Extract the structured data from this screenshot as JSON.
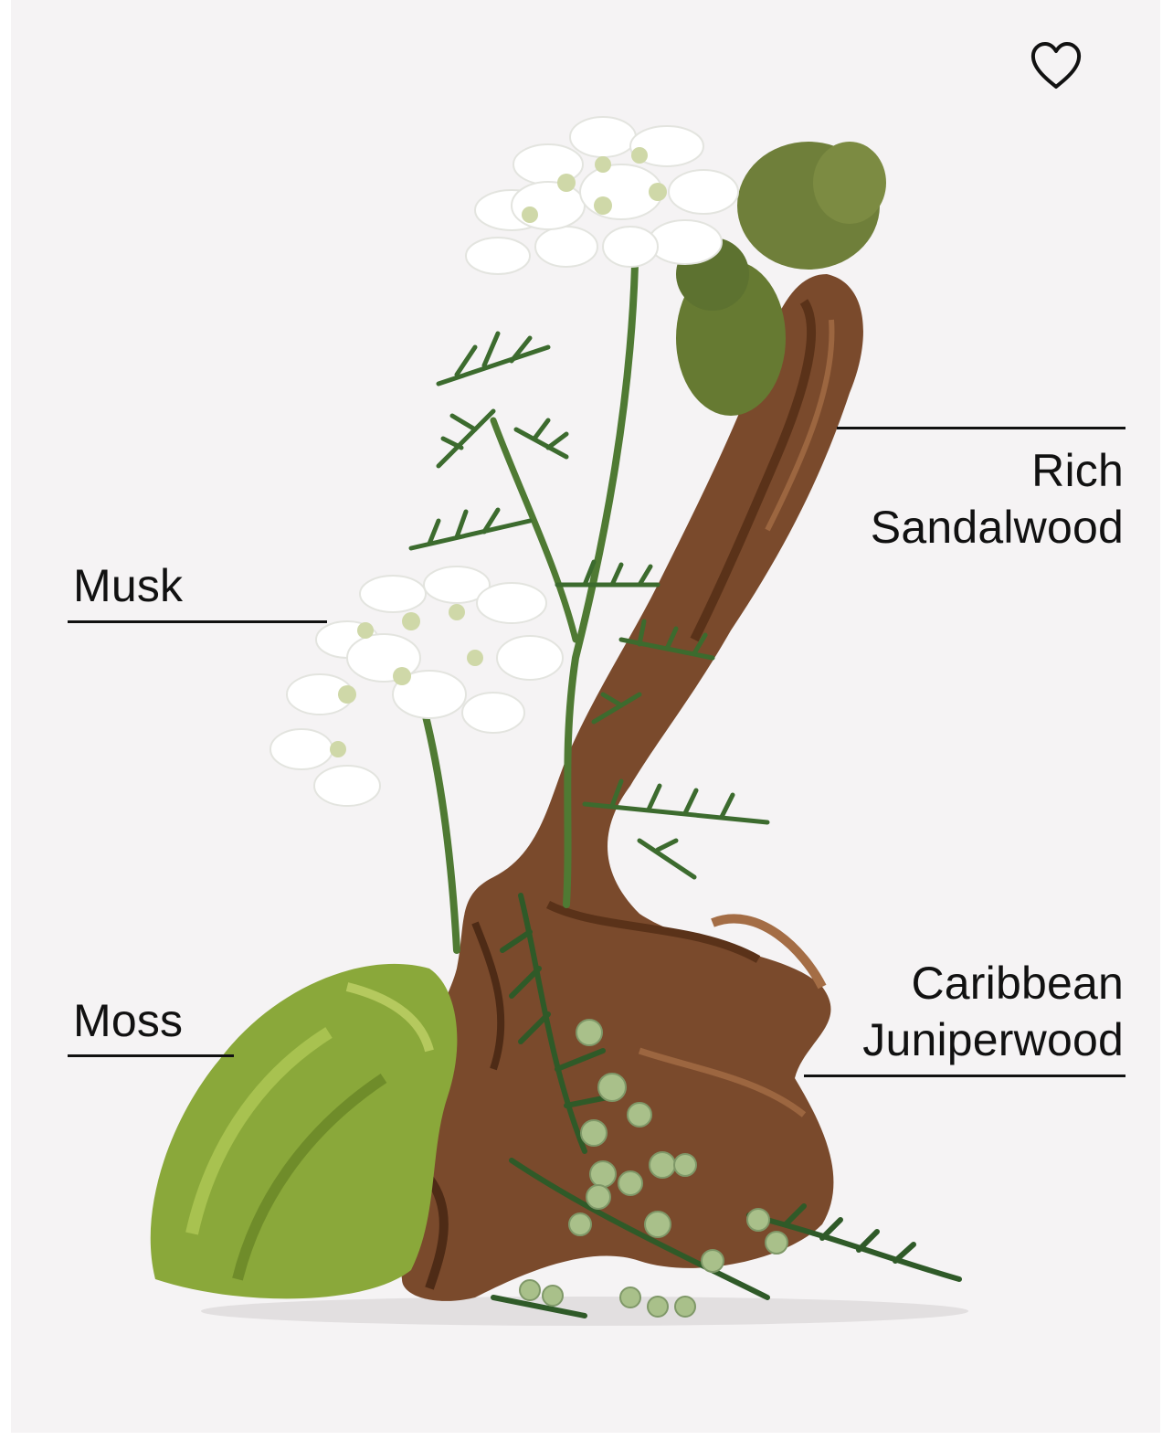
{
  "favorite": {
    "icon": "heart-outline-icon"
  },
  "notes": {
    "musk": {
      "label": "Musk"
    },
    "moss": {
      "label": "Moss"
    },
    "sandalwood": {
      "line1": "Rich",
      "line2": "Sandalwood"
    },
    "juniper": {
      "line1": "Caribbean",
      "line2": "Juniperwood"
    }
  },
  "colors": {
    "background": "#f5f3f4",
    "text": "#111111",
    "wood": "#7a4a2c",
    "moss": "#8aa83a",
    "foliage": "#3c6b2e",
    "flower": "#ffffff"
  }
}
